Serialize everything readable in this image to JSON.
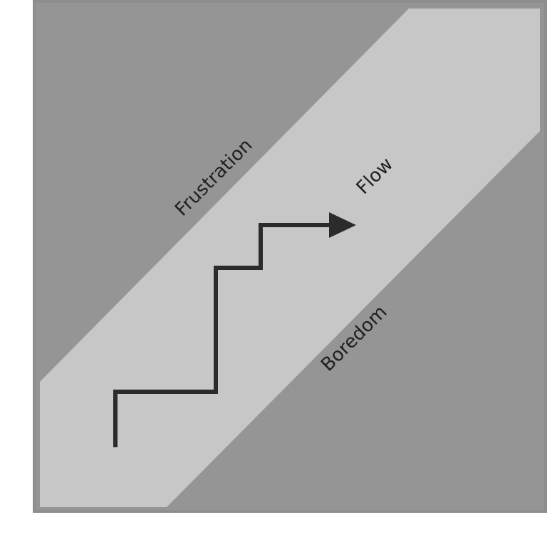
{
  "diagram": {
    "labels": {
      "frustration": "Frustration",
      "flow": "Flow",
      "boredom": "Boredom"
    },
    "colors": {
      "outer_region": "#959595",
      "flow_channel": "#c7c7c7",
      "frame_border": "#8e8e8e",
      "path": "#2b2b2b",
      "text": "#1f1f1f",
      "page_background": "#ffffff"
    }
  }
}
